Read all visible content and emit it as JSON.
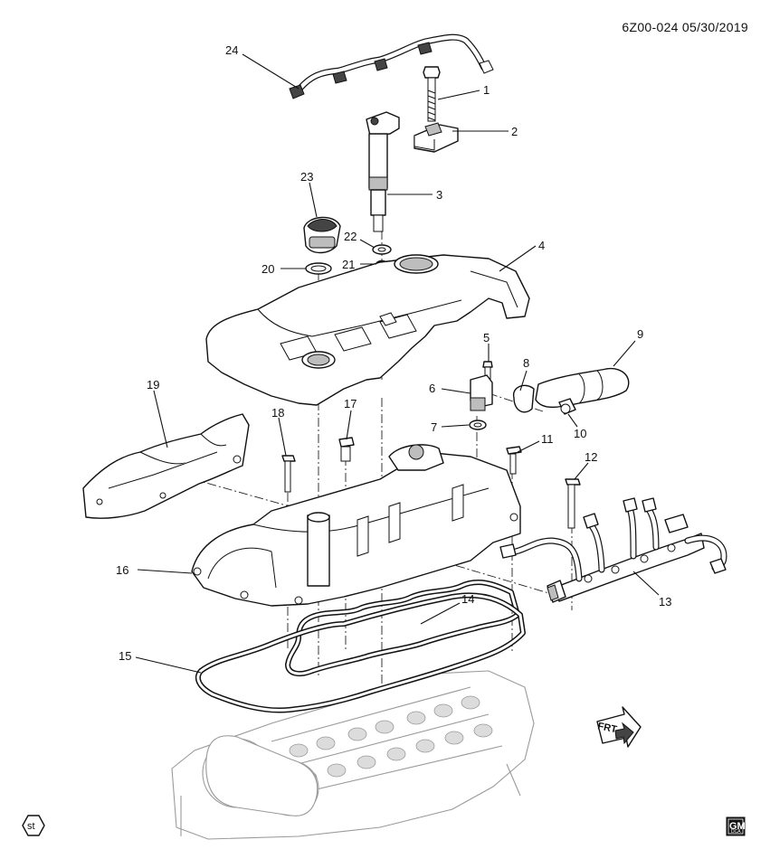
{
  "header": {
    "doc_id": "6Z00-024  05/30/2019"
  },
  "callouts": [
    "1",
    "2",
    "3",
    "4",
    "5",
    "6",
    "7",
    "8",
    "9",
    "10",
    "11",
    "12",
    "13",
    "14",
    "15",
    "16",
    "17",
    "18",
    "19",
    "20",
    "21",
    "22",
    "23",
    "24"
  ],
  "marks": {
    "st": "st",
    "frt": "FRT",
    "gm": "GM",
    "gm_sub": "DCA"
  },
  "icons": {
    "st_badge": "hexagon-st-icon",
    "frt_arrow": "front-direction-arrow-icon",
    "gm_logo": "gm-logo-icon"
  }
}
